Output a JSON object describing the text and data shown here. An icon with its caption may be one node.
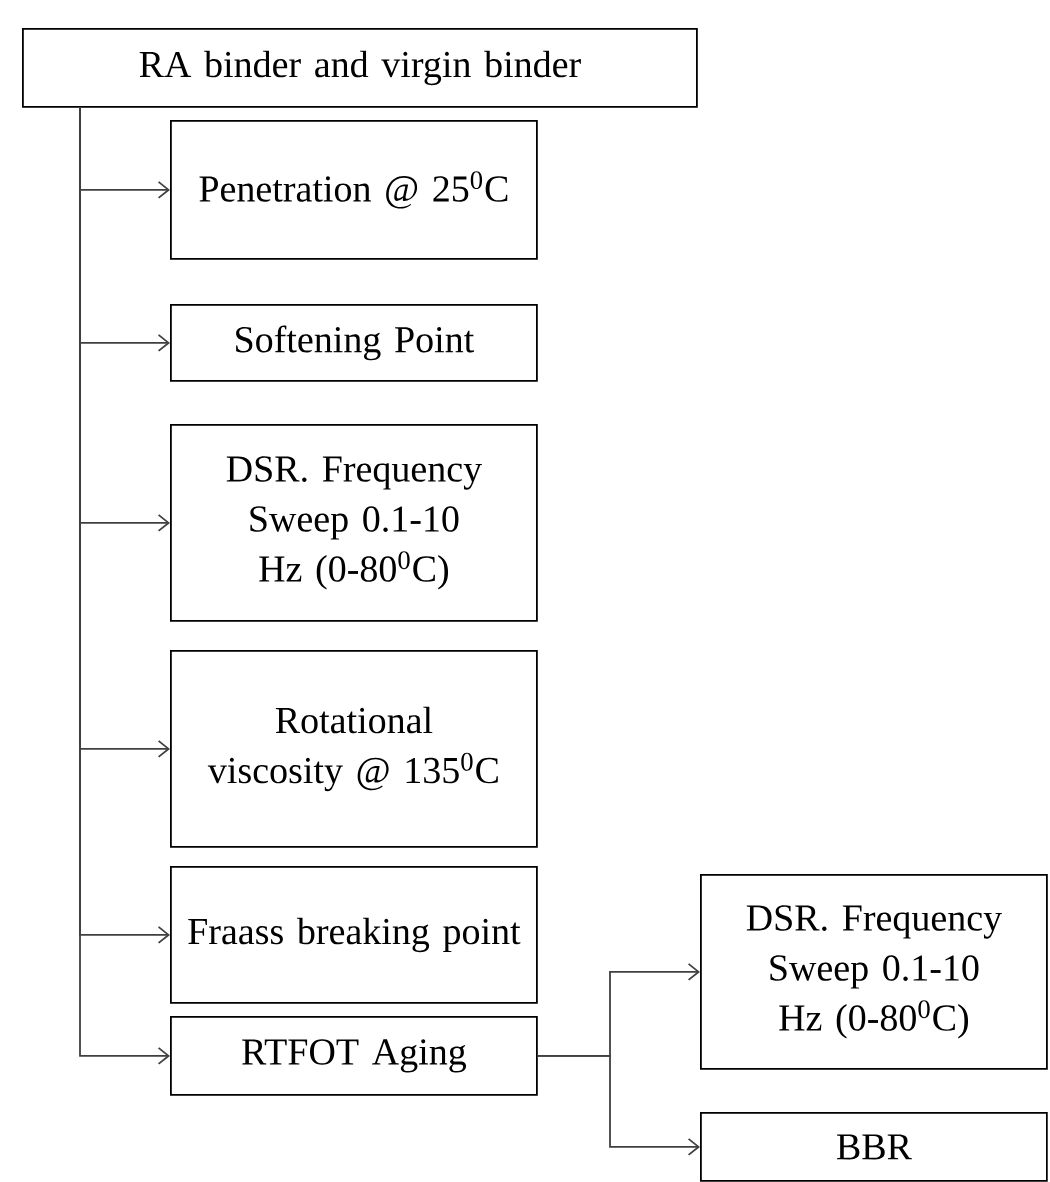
{
  "diagram": {
    "nodes": [
      {
        "text": [
          "RA   binder and virgin binder"
        ]
      },
      {
        "text": [
          "Penetration @ 25$^{0}$C"
        ]
      },
      {
        "text": [
          "Softening Point"
        ]
      },
      {
        "text": [
          "DSR. Frequency Sweep 0.1-10 Hz (0-80$^{0}$C)"
        ]
      },
      {
        "text": [
          "Rotational viscosity @ 135$^{0}$C"
        ]
      },
      {
        "text": [
          "Fraass breaking point"
        ]
      },
      {
        "text": [
          "RTFOT Aging"
        ]
      },
      {
        "text": [
          "DSR. Frequency Sweep 0.1-10 Hz (0-80$^{0}$C)"
        ]
      },
      {
        "text": [
          "BBR"
        ]
      }
    ],
    "edges": [
      {
        "from": 0,
        "to": 1,
        "arrow": "to"
      },
      {
        "from": 0,
        "to": 2,
        "arrow": "to"
      },
      {
        "from": 0,
        "to": 3,
        "arrow": "to"
      },
      {
        "from": 0,
        "to": 4,
        "arrow": "to"
      },
      {
        "from": 0,
        "to": 5,
        "arrow": "to"
      },
      {
        "from": 0,
        "to": 6,
        "arrow": "to"
      },
      {
        "from": 6,
        "to": 7,
        "arrow": "to"
      },
      {
        "from": 6,
        "to": 8,
        "arrow": "to"
      }
    ]
  }
}
